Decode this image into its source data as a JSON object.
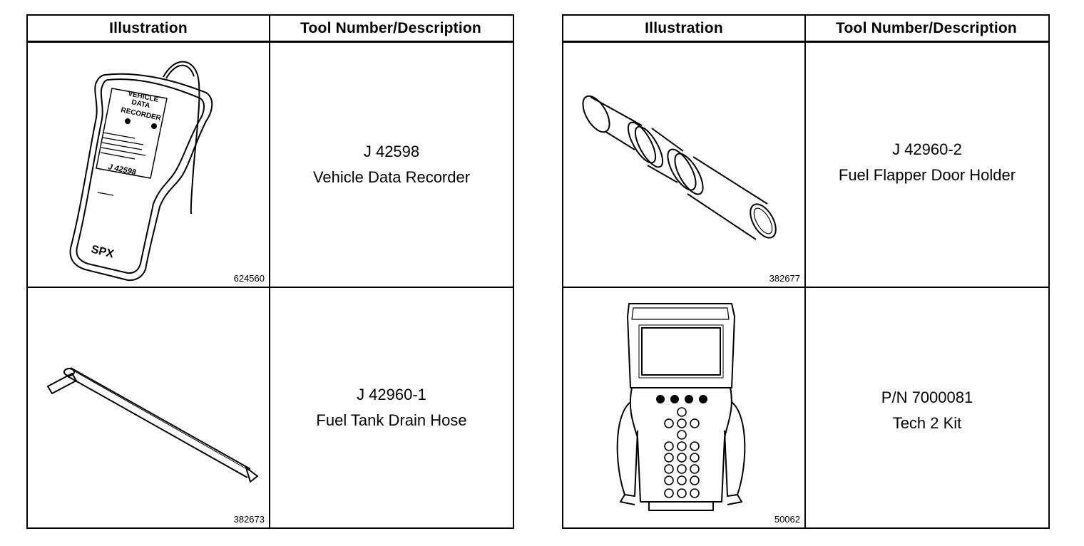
{
  "tables": [
    {
      "headers": {
        "illustration": "Illustration",
        "tool": "Tool Number/Description"
      },
      "rows": [
        {
          "tool_number": "J 42598",
          "description": "Vehicle Data Recorder",
          "figure_id": "624560",
          "illustration": "vehicle-data-recorder",
          "device_text": {
            "title1": "VEHICLE",
            "title2": "DATA",
            "title3": "RECORDER",
            "part": "J 42598",
            "brand": "SPX"
          }
        },
        {
          "tool_number": "J 42960-1",
          "description": "Fuel Tank Drain Hose",
          "figure_id": "382673",
          "illustration": "fuel-tank-drain-hose"
        }
      ]
    },
    {
      "headers": {
        "illustration": "Illustration",
        "tool": "Tool Number/Description"
      },
      "rows": [
        {
          "tool_number": "J 42960-2",
          "description": "Fuel Flapper Door Holder",
          "figure_id": "382677",
          "illustration": "fuel-flapper-door-holder"
        },
        {
          "tool_number": "P/N 7000081",
          "description": "Tech 2 Kit",
          "figure_id": "50062",
          "illustration": "tech-2-scan-tool"
        }
      ]
    }
  ]
}
